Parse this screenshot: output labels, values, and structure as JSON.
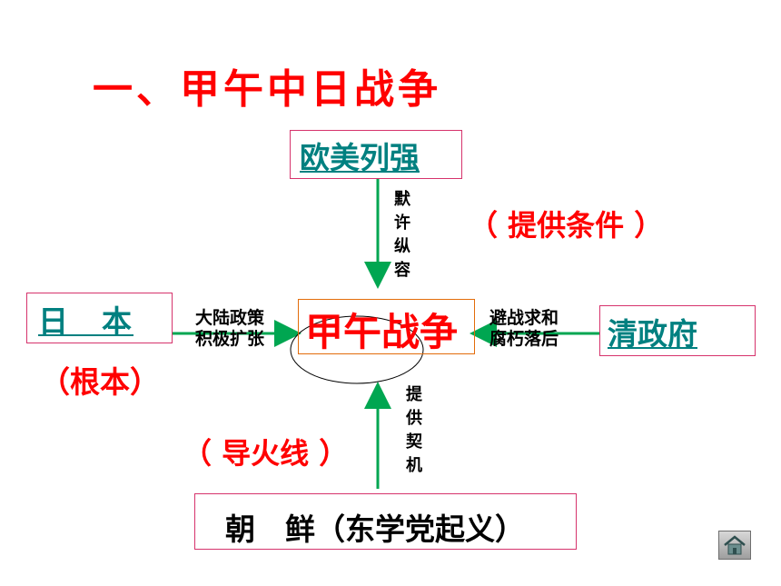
{
  "title": "一、甲午中日战争",
  "nodes": {
    "powers": "欧美列强",
    "japan": "日　本",
    "qing": "清政府",
    "korea": "朝　鲜（东学党起义）",
    "center": "甲午战争"
  },
  "notes": {
    "conditions": "（ 提供条件 ）",
    "root": "（根本）",
    "fuse": "（ 导火线 ）"
  },
  "edge_labels": {
    "powers_chars": [
      "默",
      "许",
      "纵",
      "容"
    ],
    "korea_chars": [
      "提",
      "供",
      "契",
      "机"
    ],
    "japan_line1": "大陆政策",
    "japan_line2": "积极扩张",
    "qing_line1": "避战求和",
    "qing_line2": "腐朽落后"
  },
  "colors": {
    "title": "#ff0000",
    "link": "#008080",
    "arrow": "#00a651",
    "box_border": "#d6336c"
  },
  "nav": {
    "home_icon": "home-icon"
  }
}
